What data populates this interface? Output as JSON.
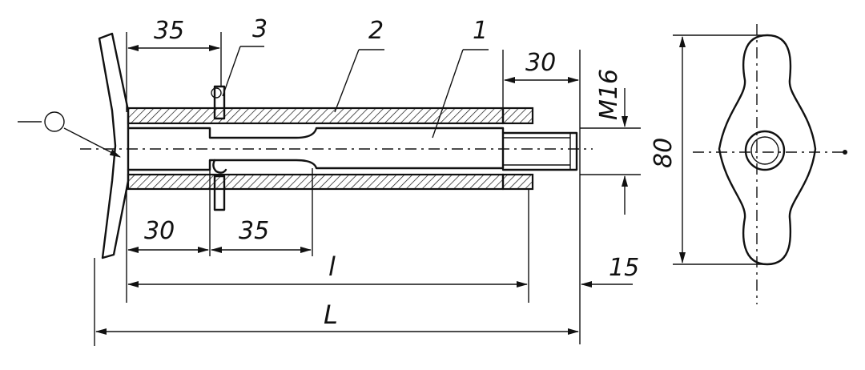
{
  "labels": {
    "part_1": "1",
    "part_2": "2",
    "part_3": "3",
    "dim_35_top": "35",
    "dim_30_top": "30",
    "dim_m16": "M16",
    "dim_80": "80",
    "dim_30_bottom": "30",
    "dim_35_bottom": "35",
    "dim_l": "l",
    "dim_15": "15",
    "dim_L": "L"
  }
}
